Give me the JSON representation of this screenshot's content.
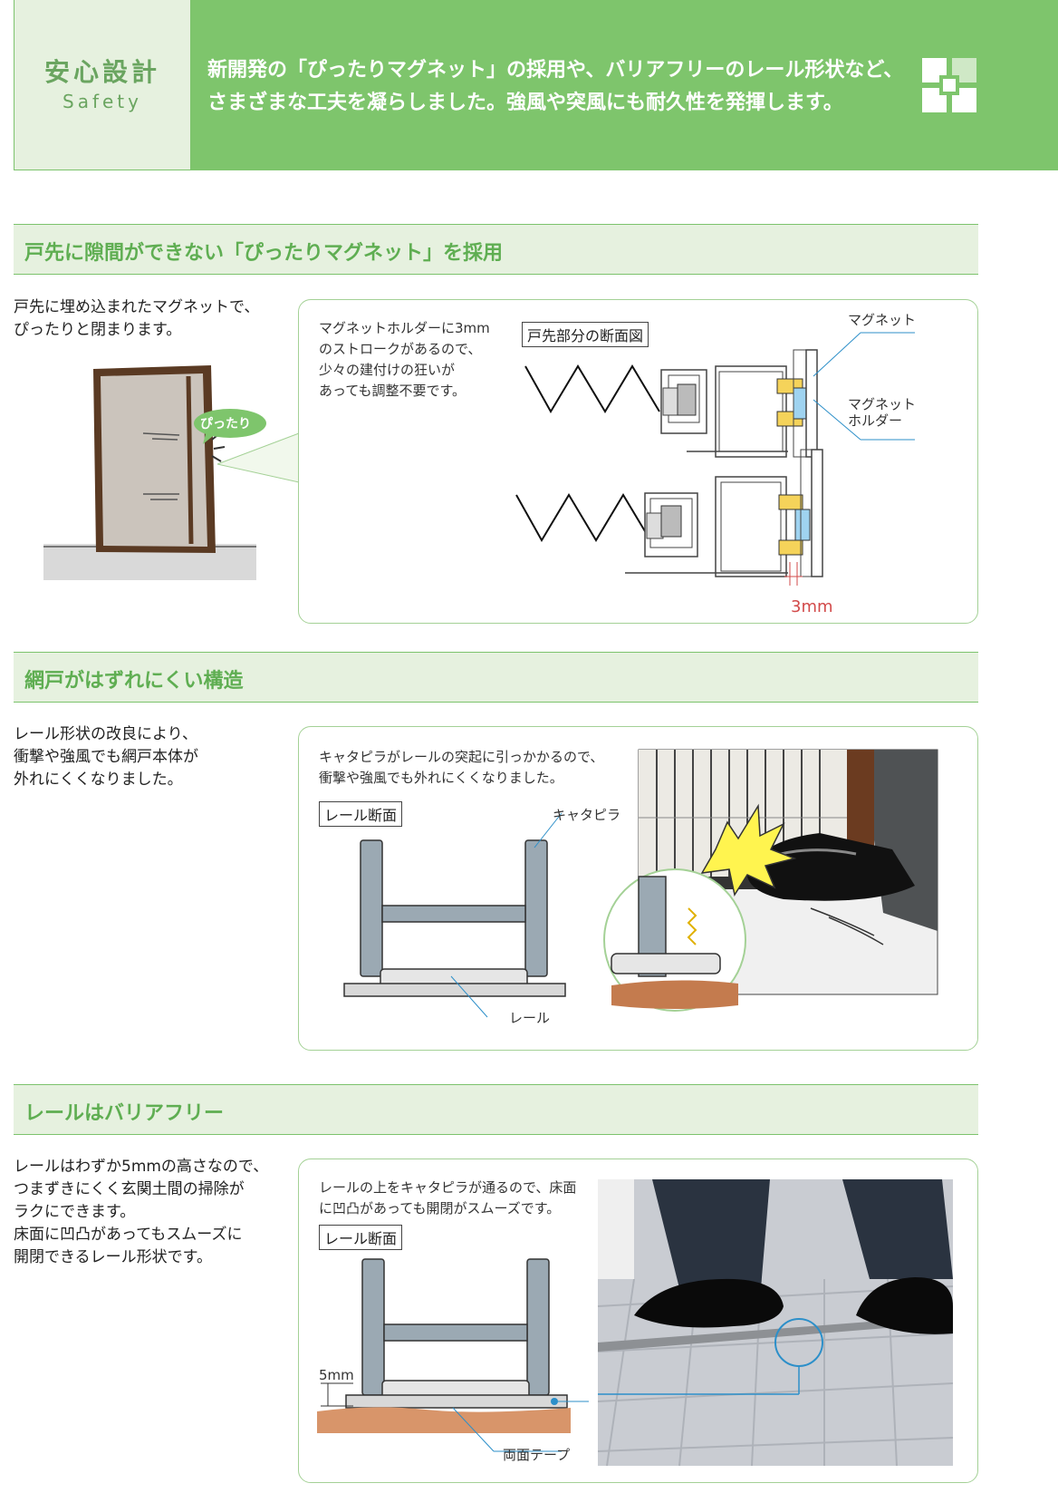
{
  "header": {
    "title_jp": "安心設計",
    "title_en": "Safety",
    "lines": [
      "新開発の「ぴったりマグネット」の採用や、バリアフリーのレール形状など、",
      "さまざまな工夫を凝らしました。強風や突風にも耐久性を発揮します。"
    ]
  },
  "sections": [
    {
      "heading": "戸先に隙間ができない「ぴったりマグネット」を採用",
      "description": [
        "戸先に埋め込まれたマグネットで、",
        "ぴったりと閉まります。"
      ],
      "bubble": "ぴったり",
      "note": [
        "マグネットホルダーに3mm",
        "のストロークがあるので、",
        "少々の建付けの狂いが",
        "あっても調整不要です。"
      ],
      "box_label": "戸先部分の断面図",
      "label_magnet": "マグネット",
      "label_holder": [
        "マグネット",
        "ホルダー"
      ],
      "label_stroke": "3mm"
    },
    {
      "heading": "網戸がはずれにくい構造",
      "description": [
        "レール形状の改良により、",
        "衝撃や強風でも網戸本体が",
        "外れにくくなりました。"
      ],
      "note": [
        "キャタピラがレールの突起に引っかかるので、",
        "衝撃や強風でも外れにくくなりました。"
      ],
      "box_label": "レール断面",
      "label_caterpillar": "キャタピラ",
      "label_rail": "レール"
    },
    {
      "heading": "レールはバリアフリー",
      "description": [
        "レールはわずか5mmの高さなので、",
        "つまずきにくく玄関土間の掃除が",
        "ラクにできます。",
        "床面に凹凸があってもスムーズに",
        "開閉できるレール形状です。"
      ],
      "note": [
        "レールの上をキャタピラが通るので、床面",
        "に凹凸があっても開閉がスムーズです。"
      ],
      "box_label": "レール断面",
      "label_height": "5mm",
      "label_tape": "両面テープ"
    }
  ],
  "colors": {
    "green": "#7ec56c",
    "green_light": "#e6f1df",
    "green_text": "#5fae52",
    "red": "#d24a4a",
    "blue_line": "#2c8fc9"
  }
}
